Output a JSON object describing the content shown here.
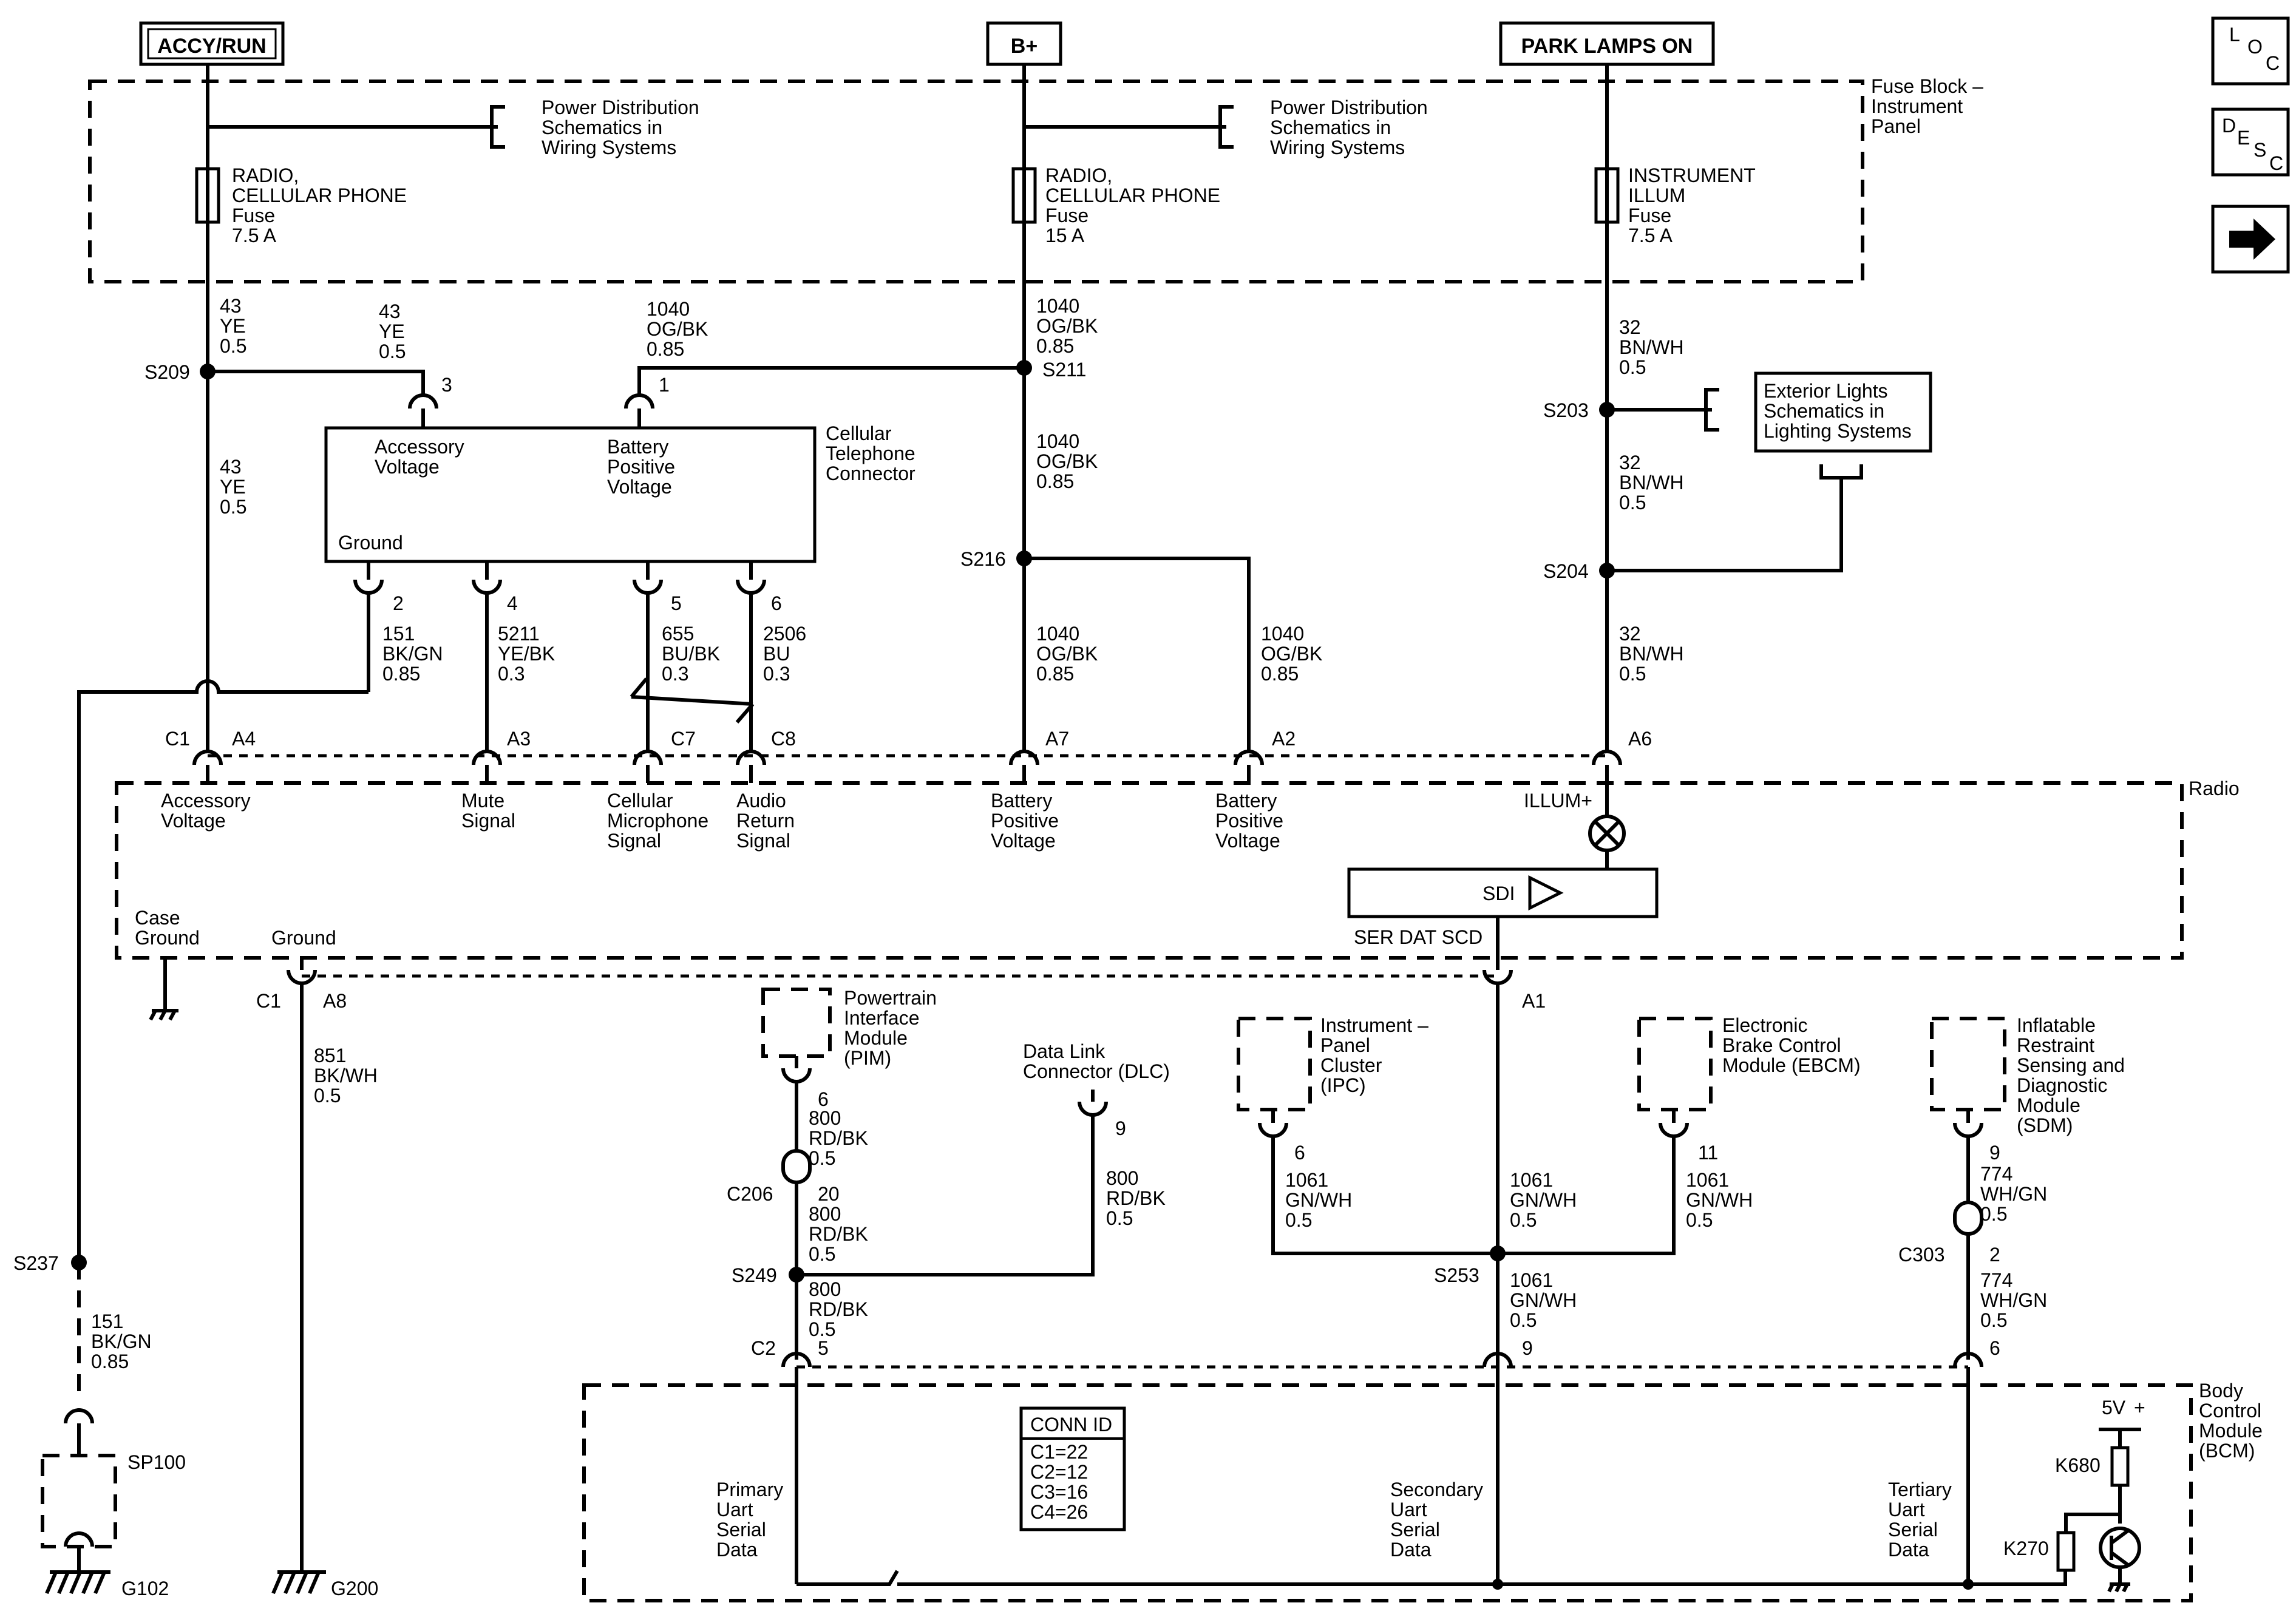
{
  "feeds": {
    "accy_run": "ACCY/RUN",
    "b_plus": "B+",
    "park_lamps_on": "PARK LAMPS ON"
  },
  "nav": {
    "loc": [
      "L",
      "O",
      "C"
    ],
    "desc": [
      "D",
      "E",
      "S",
      "C"
    ],
    "next_arrow": "arrow-right-icon"
  },
  "fuse_block": {
    "label": [
      "Fuse Block –",
      "Instrument",
      "Panel"
    ],
    "power_distribution_ref": [
      "Power Distribution",
      "Schematics in",
      "Wiring Systems"
    ],
    "fuses": [
      {
        "lines": [
          "RADIO,",
          "CELLULAR PHONE",
          "Fuse",
          "7.5 A"
        ]
      },
      {
        "lines": [
          "RADIO,",
          "CELLULAR PHONE",
          "Fuse",
          "15 A"
        ]
      },
      {
        "lines": [
          "INSTRUMENT",
          "ILLUM",
          "Fuse",
          "7.5 A"
        ]
      }
    ]
  },
  "wires": {
    "w43_ye": [
      "43",
      "YE",
      "0.5"
    ],
    "w1040_ogbk": [
      "1040",
      "OG/BK",
      "0.85"
    ],
    "w32_bnwh": [
      "32",
      "BN/WH",
      "0.5"
    ],
    "w151_bkgn": [
      "151",
      "BK/GN",
      "0.85"
    ],
    "w5211_yebk": [
      "5211",
      "YE/BK",
      "0.3"
    ],
    "w655_bubk": [
      "655",
      "BU/BK",
      "0.3"
    ],
    "w2506_bu": [
      "2506",
      "BU",
      "0.3"
    ],
    "w851_bkwh": [
      "851",
      "BK/WH",
      "0.5"
    ],
    "w800_rdbk": [
      "800",
      "RD/BK",
      "0.5"
    ],
    "w1061_gnwh": [
      "1061",
      "GN/WH",
      "0.5"
    ],
    "w774_whgn": [
      "774",
      "WH/GN",
      "0.5"
    ]
  },
  "splices": {
    "s209": "S209",
    "s211": "S211",
    "s216": "S216",
    "s203": "S203",
    "s204": "S204",
    "s237": "S237",
    "s249": "S249",
    "s253": "S253"
  },
  "cell_connector": {
    "title": [
      "Cellular",
      "Telephone",
      "Connector"
    ],
    "accessory_voltage": [
      "Accessory",
      "Voltage"
    ],
    "battery_positive_voltage": [
      "Battery",
      "Positive",
      "Voltage"
    ],
    "ground": "Ground",
    "pins": {
      "p3": "3",
      "p1": "1",
      "p2": "2",
      "p4": "4",
      "p5": "5",
      "p6": "6"
    }
  },
  "exterior_lights_ref": [
    "Exterior Lights",
    "Schematics in",
    "Lighting Systems"
  ],
  "radio": {
    "label": "Radio",
    "connector": "C1",
    "pins": {
      "a4": "A4",
      "a3": "A3",
      "c7": "C7",
      "c8": "C8",
      "a7": "A7",
      "a2": "A2",
      "a6": "A6",
      "a8": "A8",
      "a1": "A1"
    },
    "accessory_voltage": [
      "Accessory",
      "Voltage"
    ],
    "mute_signal": [
      "Mute",
      "Signal"
    ],
    "cellular_microphone_signal": [
      "Cellular",
      "Microphone",
      "Signal"
    ],
    "audio_return_signal": [
      "Audio",
      "Return",
      "Signal"
    ],
    "battery_positive_voltage": [
      "Battery",
      "Positive",
      "Voltage"
    ],
    "illum_plus": "ILLUM+",
    "sdi": "SDI",
    "ser_dat_scd": "SER DAT SCD",
    "case_ground": [
      "Case",
      "Ground"
    ],
    "ground": "Ground"
  },
  "grounds": {
    "g102": "G102",
    "g200": "G200",
    "sp100": "SP100"
  },
  "pim": {
    "title": [
      "Powertrain",
      "Interface",
      "Module",
      "(PIM)"
    ],
    "pin": "6"
  },
  "dlc": {
    "title": [
      "Data Link",
      "Connector (DLC)"
    ],
    "pin": "9"
  },
  "c206": {
    "label": "C206",
    "pin": "20"
  },
  "ipc": {
    "title": [
      "Instrument –",
      "Panel",
      "Cluster",
      "(IPC)"
    ],
    "pin": "6"
  },
  "ebcm": {
    "title": [
      "Electronic",
      "Brake Control",
      "Module (EBCM)"
    ],
    "pin": "11"
  },
  "sdm": {
    "title": [
      "Inflatable",
      "Restraint",
      "Sensing and",
      "Diagnostic",
      "Module",
      "(SDM)"
    ],
    "pin": "9"
  },
  "c303": {
    "label": "C303",
    "pin": "2"
  },
  "bcm": {
    "title": [
      "Body",
      "Control",
      "Module",
      "(BCM)"
    ],
    "connector": "C2",
    "pins": {
      "p5": "5",
      "p9": "9",
      "p6": "6"
    },
    "conn_id_title": "CONN ID",
    "conn_id": [
      "C1=22",
      "C2=12",
      "C3=16",
      "C4=26"
    ],
    "primary": [
      "Primary",
      "Uart",
      "Serial",
      "Data"
    ],
    "secondary": [
      "Secondary",
      "Uart",
      "Serial",
      "Data"
    ],
    "tertiary": [
      "Tertiary",
      "Uart",
      "Serial",
      "Data"
    ],
    "supply": "5V",
    "k680": "K680",
    "k270": "K270"
  }
}
